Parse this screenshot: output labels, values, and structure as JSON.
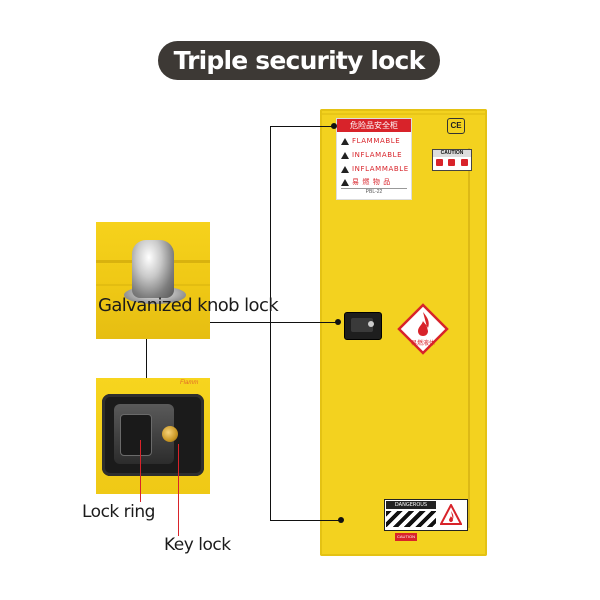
{
  "title": "Triple security lock",
  "callouts": {
    "knob_lock": "Galvanized knob lock",
    "lock_ring": "Lock ring",
    "key_lock": "Key lock"
  },
  "cabinet": {
    "top_label": {
      "header": "危险品安全柜",
      "rows": [
        "FLAMMABLE",
        "INFLAMABLE",
        "INFLAMMABLE",
        "易 燃 物 品"
      ],
      "footer": "PBL-22"
    },
    "ce_mark": "CE",
    "caution_strip": "CAUTION",
    "diamond_text": "易燃液体",
    "bottom_label": "DANGEROUS GOODS",
    "bottom_caution": "CAUTION"
  },
  "key_photo_tag": "Flamm",
  "colors": {
    "cabinet_yellow": "#f3d21f",
    "title_bg": "#3d3935",
    "accent_red": "#d8232a"
  }
}
